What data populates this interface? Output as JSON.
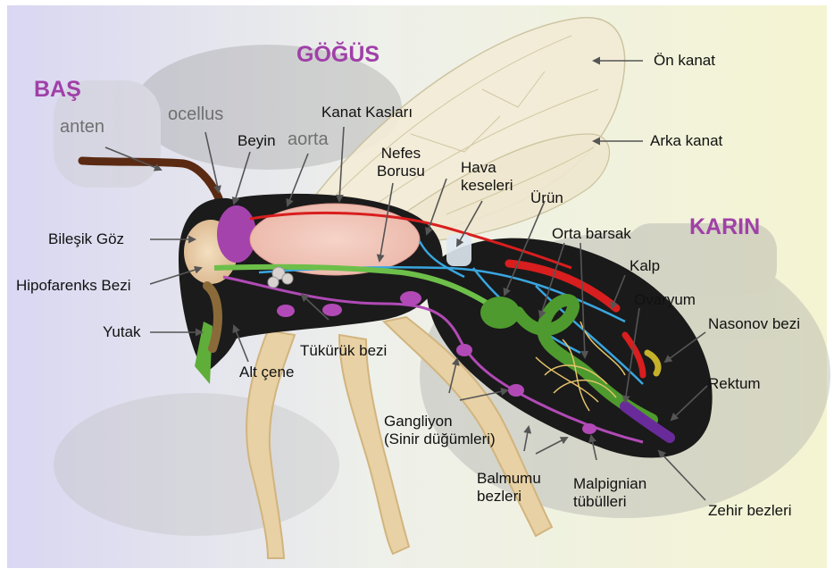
{
  "colors": {
    "section_label": "#a040a8",
    "body": "#1b1b1b",
    "leg": "#e8d1a4",
    "nerve": "#b14ab6",
    "gut": "#4e9a2e",
    "heart": "#d81e1e",
    "trachea": "#39a6de"
  },
  "sections": {
    "head": "BAŞ",
    "thorax": "GÖĞÜS",
    "abdomen": "KARIN"
  },
  "labels": {
    "antenna": "anten",
    "ocellus": "ocellus",
    "brain": "Beyin",
    "aorta": "aorta",
    "wing_muscles": "Kanat Kasları",
    "trachea_line1": "Nefes",
    "trachea_line2": "Borusu",
    "air_sacs_line1": "Hava",
    "air_sacs_line2": "keseleri",
    "crop": "Ürün",
    "forewing": "Ön kanat",
    "hindwing": "Arka kanat",
    "compound_eye": "Bileşik Göz",
    "hypopharyngeal_gland": "Hipofarenks Bezi",
    "pharynx": "Yutak",
    "mandible": "Alt çene",
    "salivary_gland": "Tükürük bezi",
    "midgut": "Orta barsak",
    "heart": "Kalp",
    "ovary": "Ovaryum",
    "nasonov_gland": "Nasonov bezi",
    "rectum": "Rektum",
    "ganglion_line1": "Gangliyon",
    "ganglion_line2": "(Sinir düğümleri)",
    "wax_glands_line1": "Balmumu",
    "wax_glands_line2": "bezleri",
    "malpighian_line1": "Malpignian",
    "malpighian_line2": "tübülleri",
    "venom_glands": "Zehir bezleri"
  }
}
